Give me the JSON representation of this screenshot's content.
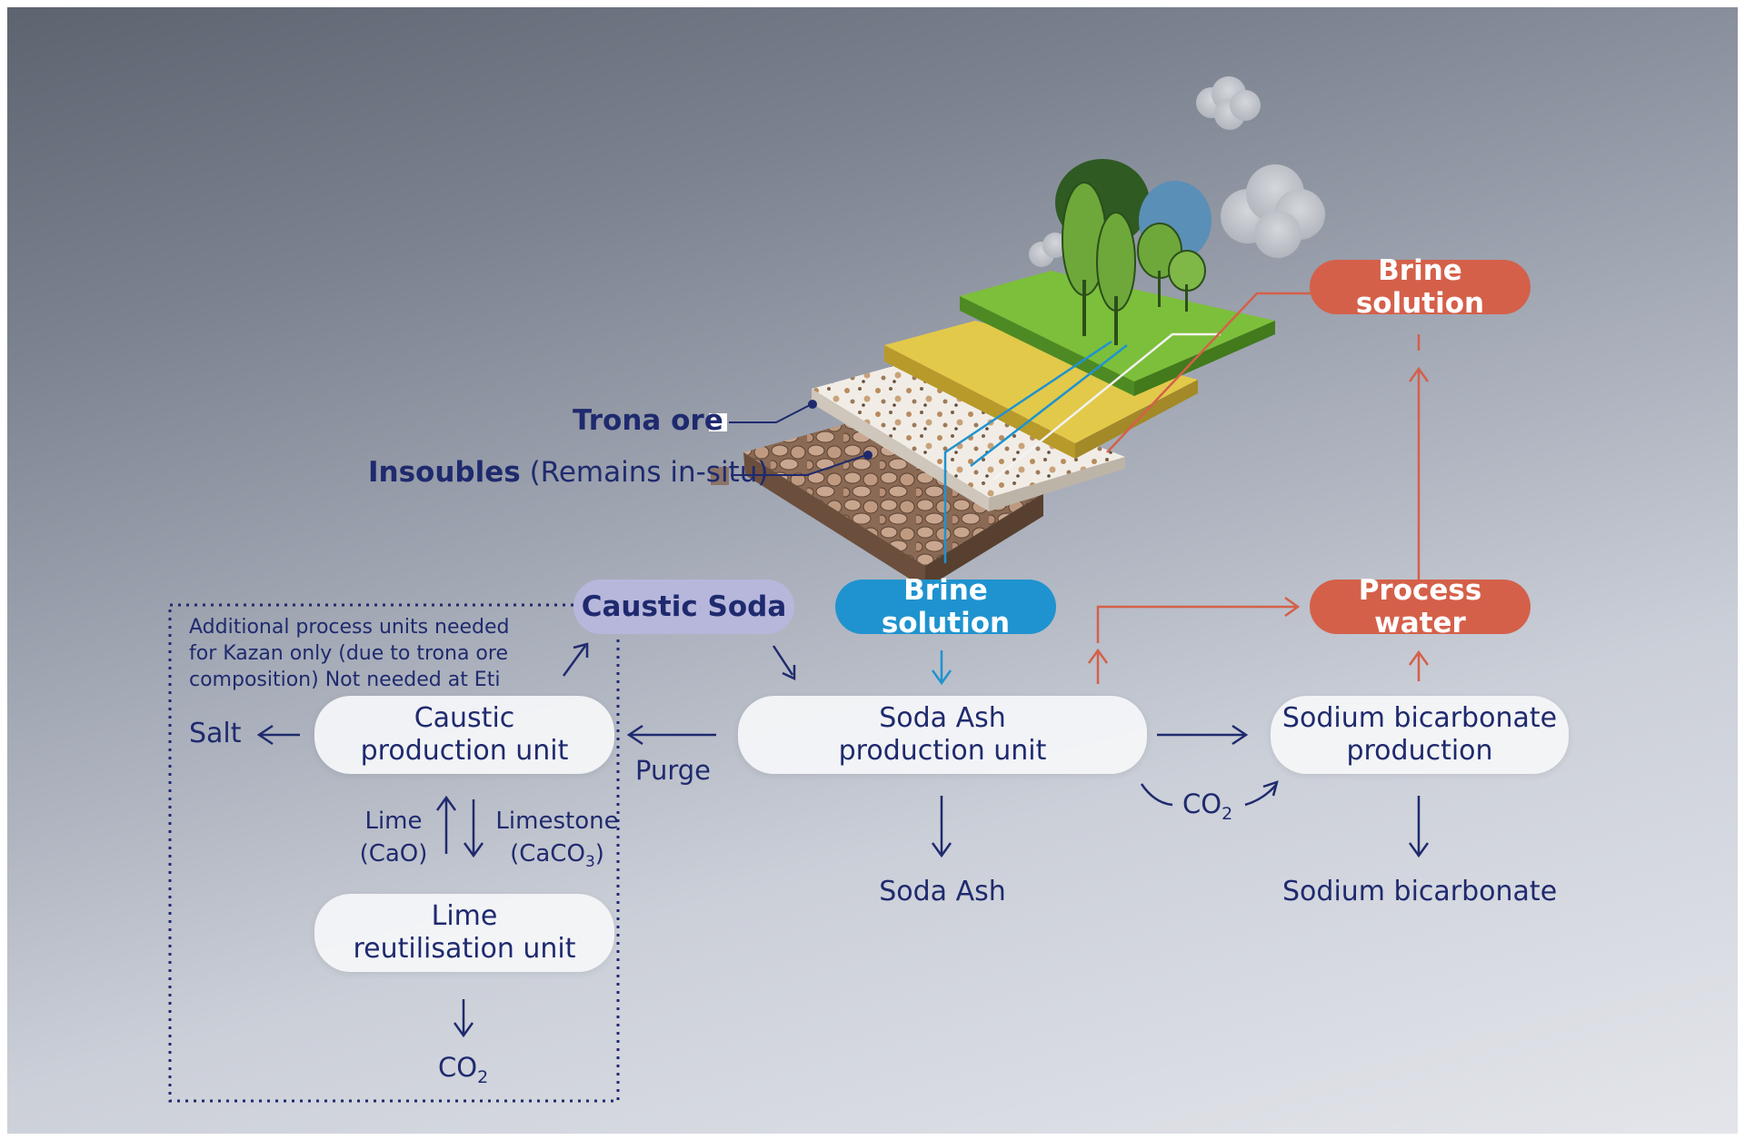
{
  "layers": {
    "trona_label": "Trona ore",
    "insoluble_label": "Insoubles",
    "insoluble_note": "(Remains in-situ)"
  },
  "tags": {
    "brine_top": "Brine solution",
    "brine_mid": "Brine solution",
    "caustic_soda": "Caustic Soda",
    "process_water": "Process water"
  },
  "units": {
    "soda_ash": [
      "Soda Ash",
      "production unit"
    ],
    "bicarbonate": [
      "Sodium bicarbonate",
      "production"
    ],
    "caustic": [
      "Caustic",
      "production unit"
    ],
    "lime": [
      "Lime",
      "reutilisation unit"
    ]
  },
  "outputs": {
    "soda_ash": "Soda Ash",
    "bicarbonate": "Sodium bicarbonate",
    "salt": "Salt",
    "co2_mid": "CO",
    "co2_bottom": "CO",
    "co2_sub": "2",
    "purge": "Purge",
    "lime_1": "Lime",
    "lime_2": "(CaO)",
    "limestone_1": "Limestone",
    "limestone_2": "(CaCO",
    "limestone_sub": "3",
    "limestone_close": ")"
  },
  "note": {
    "line1": "Additional process units needed",
    "line2": "for Kazan only (due to trona ore",
    "line3": "composition) Not needed at Eti"
  },
  "colors": {
    "navy": "#1f2a6e",
    "orange": "#d4604a",
    "blue": "#1f93cf",
    "lavender": "#b7b7dc",
    "grass": "#7cbf3a",
    "sand": "#e2c94a"
  },
  "icons": [
    "cloud-icon",
    "tree-icon"
  ]
}
